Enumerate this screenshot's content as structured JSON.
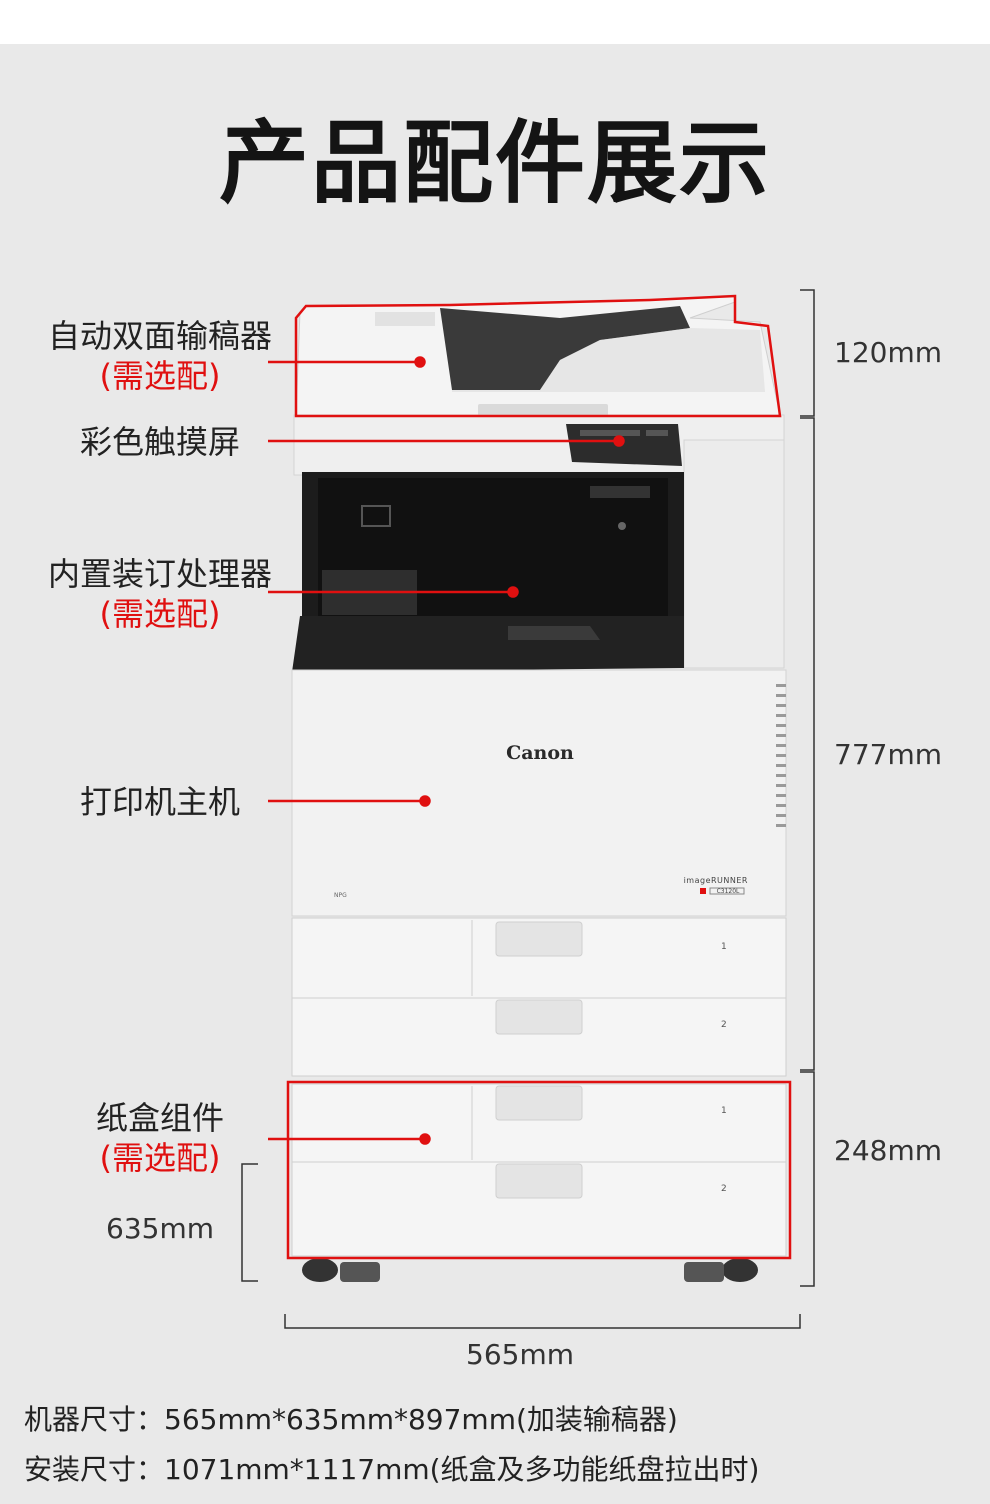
{
  "title": "产品配件展示",
  "callouts": [
    {
      "name": "自动双面输稿器",
      "note": "(需选配)"
    },
    {
      "name": "彩色触摸屏",
      "note": ""
    },
    {
      "name": "内置装订处理器",
      "note": "(需选配)"
    },
    {
      "name": "打印机主机",
      "note": ""
    },
    {
      "name": "纸盒组件",
      "note": "(需选配)"
    }
  ],
  "dimensions": {
    "feeder_height": "120mm",
    "main_height": "777mm",
    "cassette_height": "248mm",
    "depth": "635mm",
    "width": "565mm"
  },
  "machine": {
    "brand": "Canon",
    "model_line": "imageRUNNER",
    "model": "C3120L",
    "small_label": "NPG",
    "tray_numbers": [
      "1",
      "2",
      "1",
      "2"
    ]
  },
  "specs": {
    "machine_size": "机器尺寸：565mm*635mm*897mm(加装输稿器)",
    "install_size": "安装尺寸：1071mm*1117mm(纸盒及多功能纸盘拉出时)"
  },
  "colors": {
    "accent": "#e01010",
    "background": "#e9e9e9",
    "machine_body": "#f2f2f2"
  }
}
